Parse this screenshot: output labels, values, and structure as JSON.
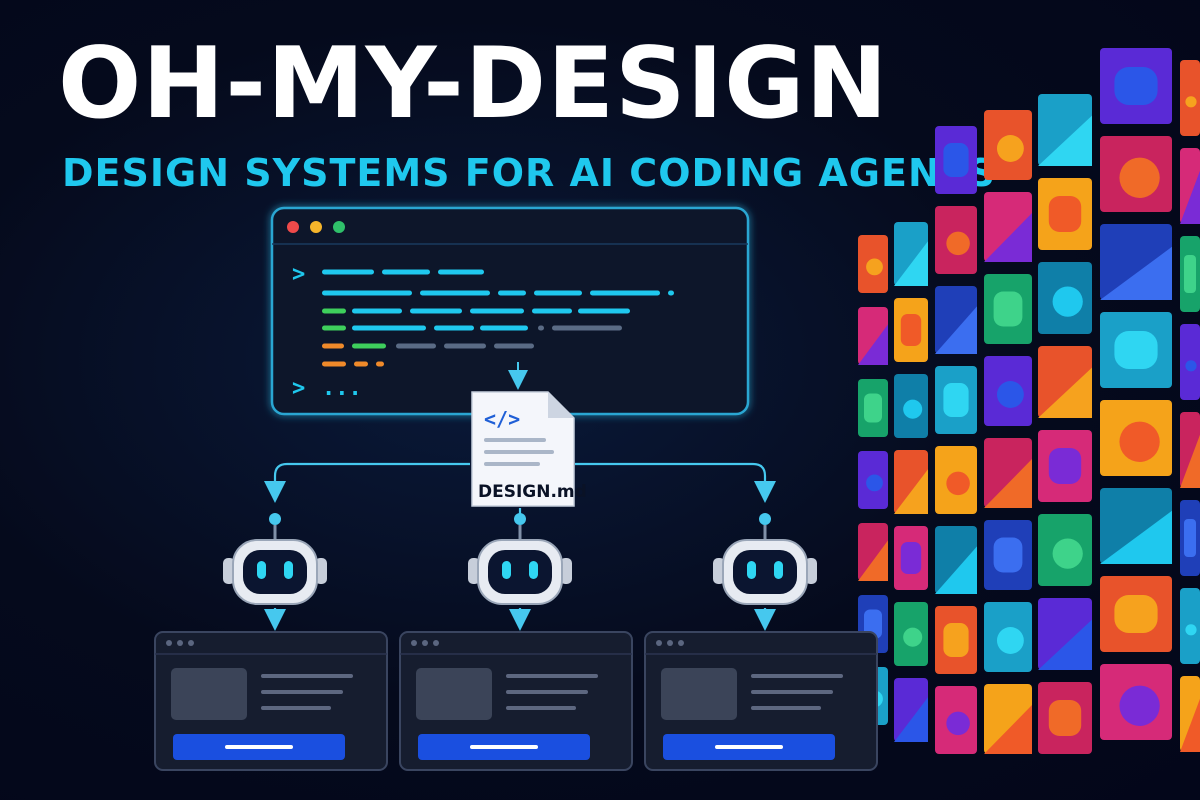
{
  "header": {
    "title": "OH-MY-DESIGN",
    "subtitle": "DESIGN SYSTEMS FOR AI CODING AGENTS"
  },
  "design_file": {
    "label": "DESIGN.md",
    "code_symbol": "</>"
  },
  "terminal": {
    "prompt_symbol": ">",
    "continuation": "..."
  },
  "colors": {
    "accent_cyan": "#1fc8ee",
    "button_blue": "#1a4fe0",
    "background": "#050a1c"
  },
  "icons": {
    "terminal_window": "terminal-window-icon",
    "file": "code-file-icon",
    "robot": "robot-agent-icon",
    "browser": "browser-window-icon",
    "tile_wall": "design-tiles-wall"
  }
}
